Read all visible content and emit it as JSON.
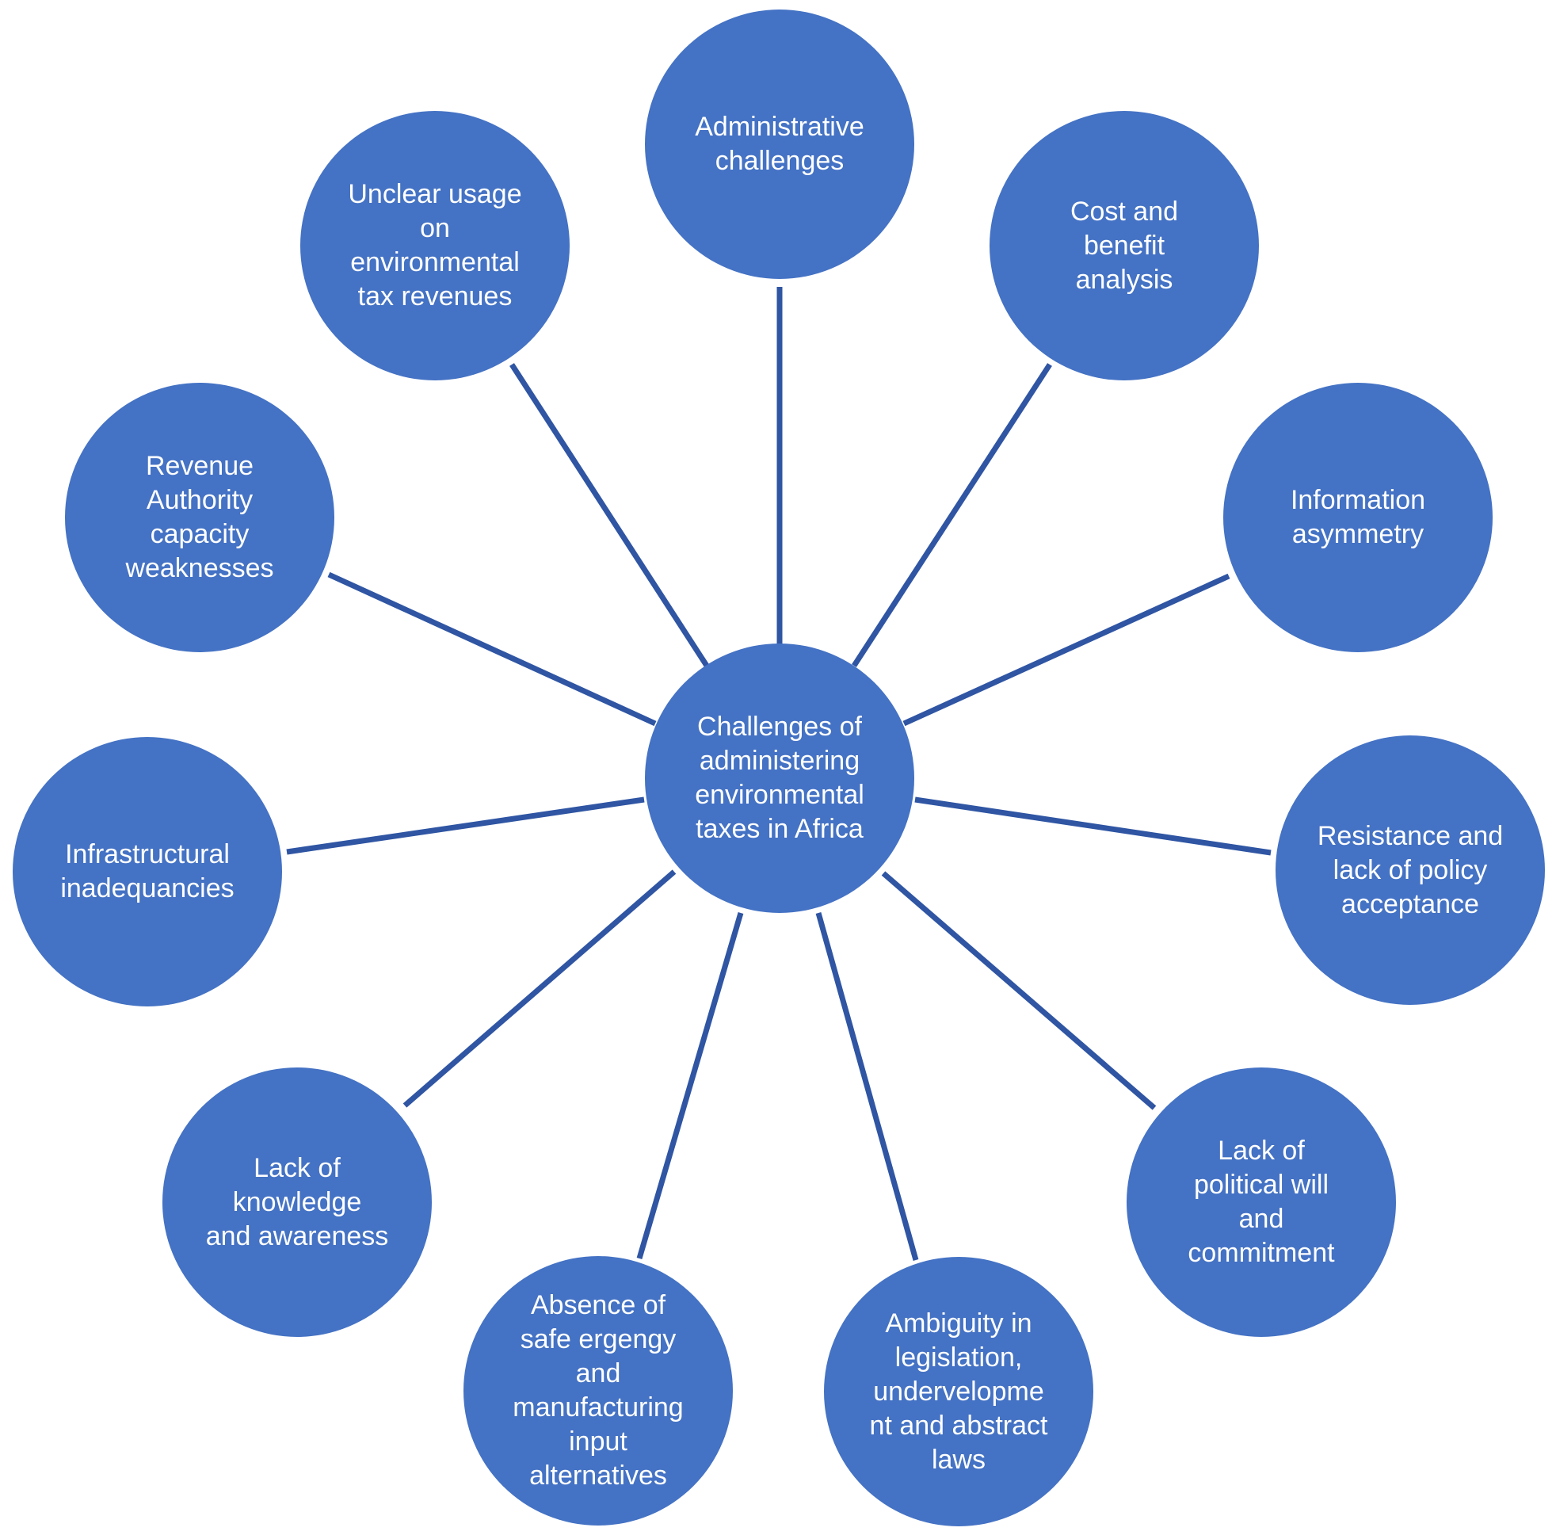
{
  "diagram": {
    "center": {
      "label": "Challenges of\nadministering\nenvironmental\ntaxes in Africa"
    },
    "nodes": [
      {
        "id": "administrative-challenges",
        "label": "Administrative\nchallenges"
      },
      {
        "id": "cost-and-benefit-analysis",
        "label": "Cost and\nbenefit\nanalysis"
      },
      {
        "id": "information-asymmetry",
        "label": "Information\nasymmetry"
      },
      {
        "id": "resistance-policy-acceptance",
        "label": "Resistance and\nlack of policy\nacceptance"
      },
      {
        "id": "lack-of-political-will",
        "label": "Lack of\npolitical will\nand\ncommitment"
      },
      {
        "id": "ambiguity-in-legislation",
        "label": "Ambiguity in\nlegislation,\nundervelopme\nnt and abstract\nlaws"
      },
      {
        "id": "absence-of-safe-energy",
        "label": "Absence of\nsafe ergengy\nand\nmanufacturing\ninput\nalternatives"
      },
      {
        "id": "lack-of-knowledge",
        "label": "Lack of\nknowledge\nand awareness"
      },
      {
        "id": "infrastructural-inadequancies",
        "label": "Infrastructural\ninadequancies"
      },
      {
        "id": "revenue-authority-capacity",
        "label": "Revenue\nAuthority\ncapacity\nweaknesses"
      },
      {
        "id": "unclear-usage-revenues",
        "label": "Unclear usage\non\nenvironmental\ntax revenues"
      }
    ],
    "colors": {
      "node_fill": "#4472C4",
      "connector": "#2F55A3",
      "text": "#ffffff"
    }
  }
}
